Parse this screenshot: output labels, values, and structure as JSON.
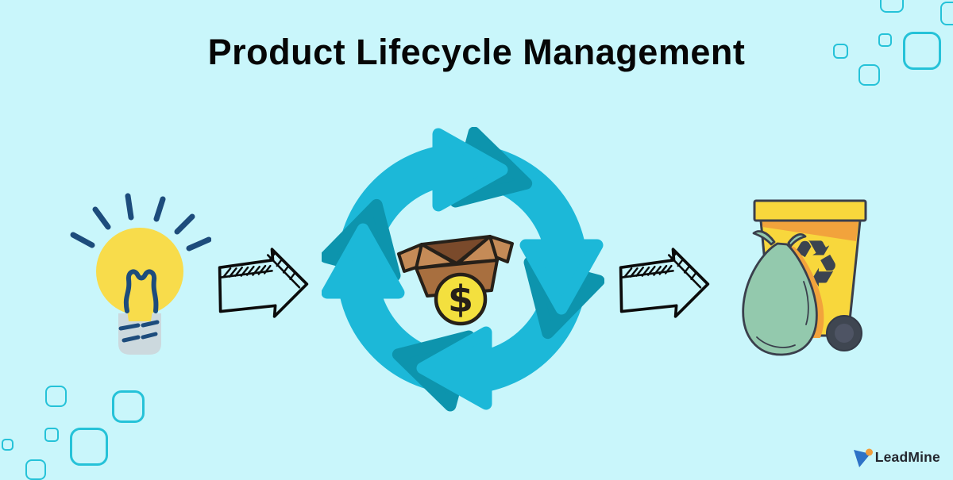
{
  "page": {
    "title": "Product Lifecycle Management",
    "background_color": "#c9f6fb",
    "title_color": "#060606"
  },
  "diagram": {
    "description": "Flow from idea (lightbulb) to product revenue cycle (box with dollar coin inside circular arrows) to disposal (recycle bin with trash bag)",
    "stages": [
      {
        "name": "idea",
        "icon": "lightbulb-icon"
      },
      {
        "name": "flow-step-1",
        "icon": "sketch-arrow-icon"
      },
      {
        "name": "product-cycle",
        "icon": "cycle-arrows-icon",
        "center_icons": [
          "open-box-icon",
          "dollar-coin-icon"
        ]
      },
      {
        "name": "flow-step-2",
        "icon": "sketch-arrow-icon"
      },
      {
        "name": "disposal",
        "icon": "recycle-bin-icon",
        "extra_icons": [
          "trash-bag-icon",
          "wheel-icon",
          "recycle-symbol-icon"
        ]
      }
    ],
    "coin_symbol": "$",
    "recycle_glyph": "♻"
  },
  "brand": {
    "name": "LeadMine",
    "logo_icon": "leadmine-triangle-icon",
    "triangle_color": "#2e72c6",
    "dot_color": "#f09d3c",
    "text_color": "#23262e"
  },
  "colors": {
    "cycle_teal": "#1cb8d8",
    "cycle_shadow": "#0d94ad",
    "bulb_yellow": "#f8dc4b",
    "bulb_base": "#ccd9de",
    "ink_blue": "#1d4c7c",
    "box_brown": "#a86f3f",
    "box_dark": "#7a4a2b",
    "box_light": "#c58b57",
    "coin_yellow": "#f3e03e",
    "bin_yellow": "#f8d73c",
    "bin_orange": "#f2a33c",
    "slate_gray": "#3b4350",
    "bag_green": "#93c9ad",
    "deco_outline": "#25c2d8",
    "sketch_ink": "#0b0b0b"
  }
}
